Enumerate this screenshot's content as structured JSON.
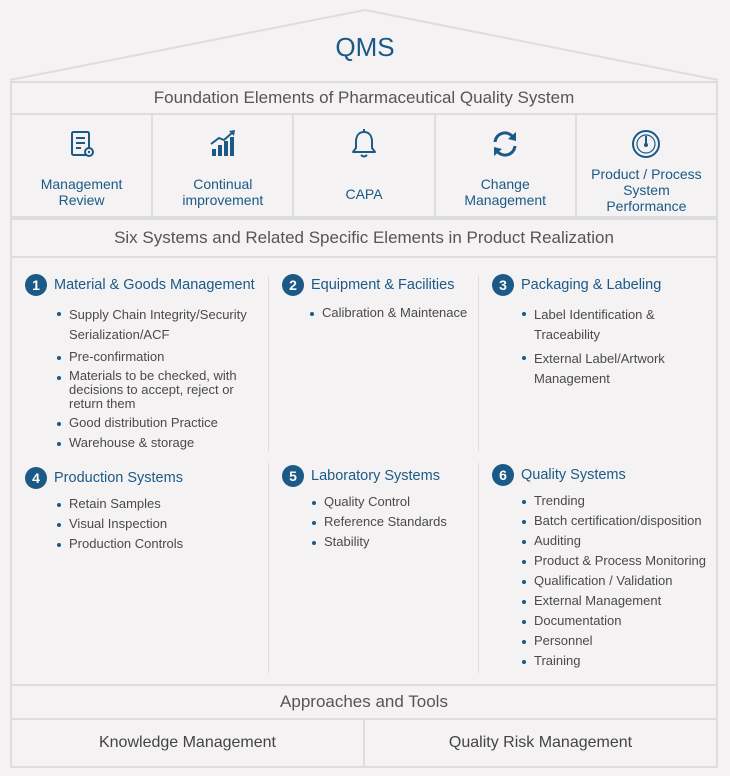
{
  "title": "QMS",
  "foundation": {
    "heading": "Foundation Elements of Pharmaceutical Quality System",
    "items": [
      {
        "icon": "checklist-gear-icon",
        "line1": "Management",
        "line2": "Review"
      },
      {
        "icon": "growth-chart-icon",
        "line1": "Continual",
        "line2": "improvement"
      },
      {
        "icon": "bell-icon",
        "line1": "CAPA"
      },
      {
        "icon": "refresh-arrows-icon",
        "line1": "Change",
        "line2": "Management"
      },
      {
        "icon": "gauge-icon",
        "line1": "Product / Process",
        "line2": "System",
        "line3": "Performance"
      }
    ]
  },
  "six_systems": {
    "heading": "Six Systems and Related Specific Elements in Product Realization",
    "systems": [
      {
        "number": "1",
        "title": "Material & Goods Management",
        "items": [
          "Supply Chain Integrity/Security Serialization/ACF",
          "Pre-confirmation",
          "Materials to be checked, with decisions to accept, reject or return them",
          "Good distribution Practice",
          "Warehouse & storage"
        ]
      },
      {
        "number": "2",
        "title": "Equipment & Facilities",
        "items": [
          "Calibration & Maintenace"
        ]
      },
      {
        "number": "3",
        "title": "Packaging & Labeling",
        "items": [
          "Label Identification & Traceability",
          "External Label/Artwork Management"
        ]
      },
      {
        "number": "4",
        "title": "Production Systems",
        "items": [
          "Retain Samples",
          "Visual Inspection",
          "Production Controls"
        ]
      },
      {
        "number": "5",
        "title": "Laboratory Systems",
        "items": [
          "Quality Control",
          "Reference Standards",
          "Stability"
        ]
      },
      {
        "number": "6",
        "title": "Quality Systems",
        "items": [
          "Trending",
          "Batch certification/disposition",
          "Auditing",
          "Product & Process Monitoring",
          "Qualification / Validation",
          "External Management",
          "Documentation",
          "Personnel",
          "Training"
        ]
      }
    ]
  },
  "approaches": {
    "heading": "Approaches and Tools",
    "items": [
      "Knowledge Management",
      "Quality Risk Management"
    ]
  },
  "colors": {
    "accent": "#1b5a87",
    "border": "#dddcde",
    "background": "#f4f2f3"
  }
}
